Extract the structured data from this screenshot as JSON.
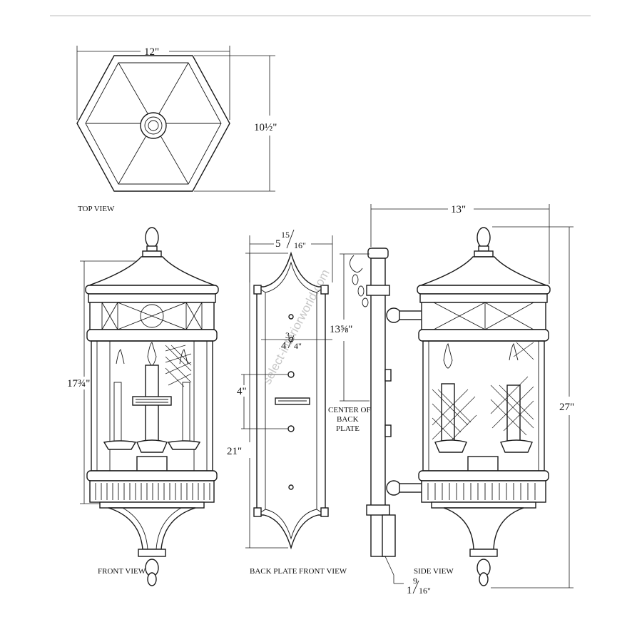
{
  "views": {
    "top": "TOP VIEW",
    "front": "FRONT VIEW",
    "back_plate": "BACK PLATE FRONT VIEW",
    "side": "SIDE VIEW"
  },
  "dimensions": {
    "top_width": "12\"",
    "top_depth": "10½\"",
    "front_height": "17¾\"",
    "plate_width_whole": "5",
    "plate_width_num": "15",
    "plate_width_den": "16\"",
    "hole_spacing_whole": "4",
    "hole_spacing_num": "3",
    "hole_spacing_den": "4\"",
    "hole_spacing_small": "4\"",
    "plate_height": "21\"",
    "side_extension": "13\"",
    "overall_height": "27\"",
    "center_height": "13⅝\"",
    "plate_thickness_whole": "1",
    "plate_thickness_num": "9",
    "plate_thickness_den": "16\""
  },
  "annotations": {
    "center_line1": "CENTER OF",
    "center_line2": "BACK",
    "center_line3": "PLATE"
  },
  "watermark": "select-interiorworld.com"
}
